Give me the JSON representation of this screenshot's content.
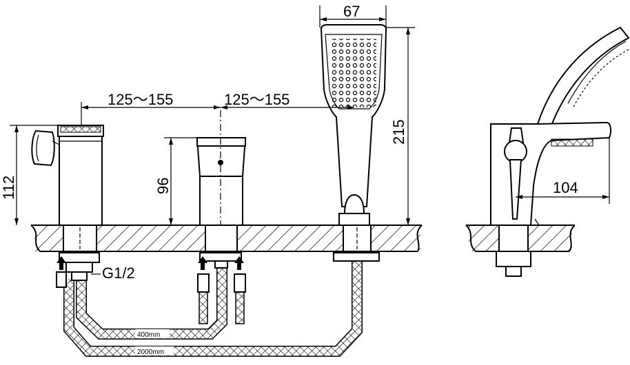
{
  "dimensions": {
    "head_width": "67",
    "spacing_left": "125～155",
    "spacing_right": "125～155",
    "shower_height": "215",
    "spout_height": "112",
    "valve_height": "96",
    "spout_reach": "104",
    "thread": "G1/2",
    "hose_short": "400mm",
    "hose_long": "2000mm"
  }
}
